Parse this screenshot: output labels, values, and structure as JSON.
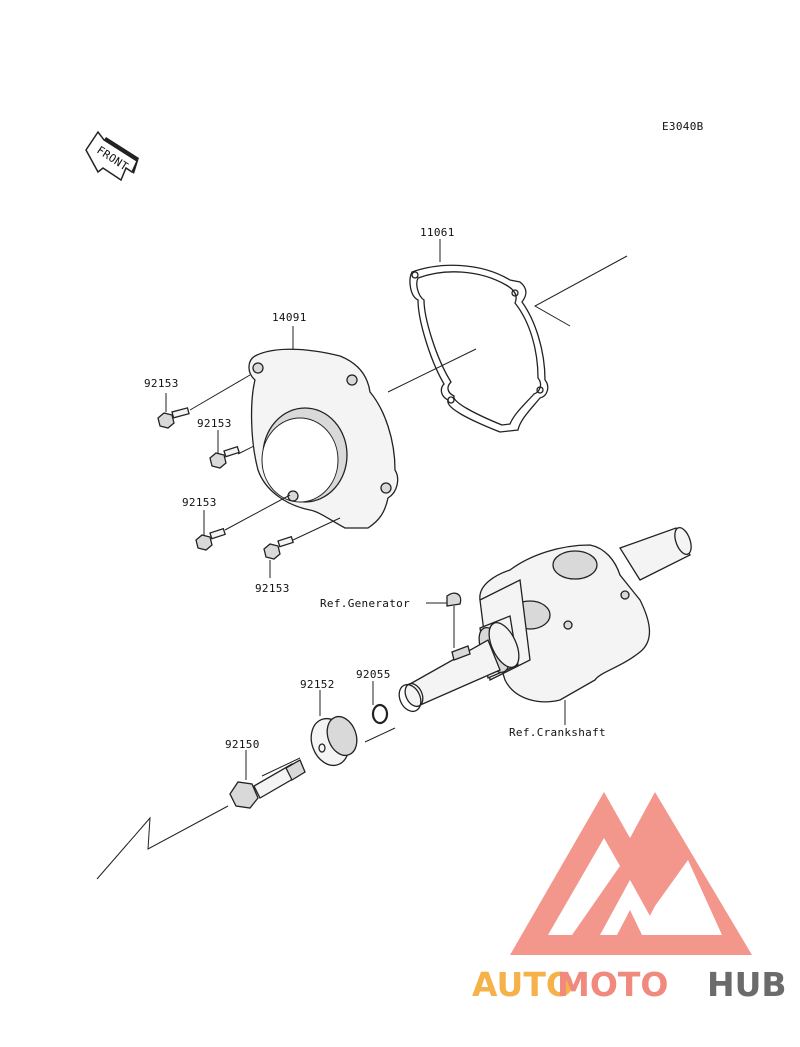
{
  "diagram": {
    "code": "E3040B",
    "front_label": "FRONT",
    "parts": {
      "gasket": "11061",
      "cover": "14091",
      "bolt_a": "92153",
      "bolt_b": "92153",
      "bolt_c": "92153",
      "bolt_d": "92153",
      "oring": "92055",
      "washer": "92152",
      "bolt_main": "92150"
    },
    "refs": {
      "generator": "Ref.Generator",
      "crankshaft": "Ref.Crankshaft"
    }
  },
  "watermark": {
    "part1": "AUTO",
    "part2": "MOTO",
    "part3": "HUB",
    "colors": {
      "auto": "#f5b24a",
      "moto": "#f08a7e",
      "hub": "#6b6b6b",
      "triangle": "#f2867a"
    }
  }
}
